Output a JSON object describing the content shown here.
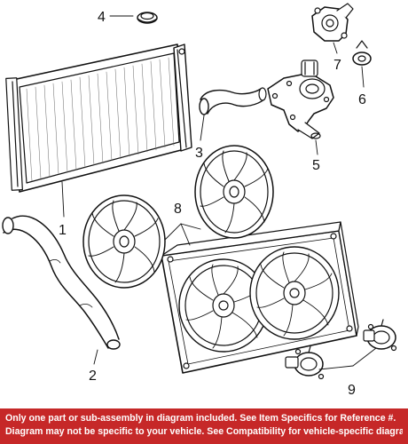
{
  "diagram": {
    "callouts": {
      "c1": "1",
      "c2": "2",
      "c3": "3",
      "c4": "4",
      "c5": "5",
      "c6": "6",
      "c7": "7",
      "c8": "8",
      "c9": "9"
    }
  },
  "footer": {
    "line1": "Only one part or sub-assembly in diagram included. See Item Specifics for Reference #.",
    "line2": "Diagram may not be specific to your vehicle. See Compatibility for vehicle-specific diagrams."
  },
  "colors": {
    "footer_background": "#c62828",
    "footer_text": "#ffffff",
    "line_art": "#111111"
  }
}
